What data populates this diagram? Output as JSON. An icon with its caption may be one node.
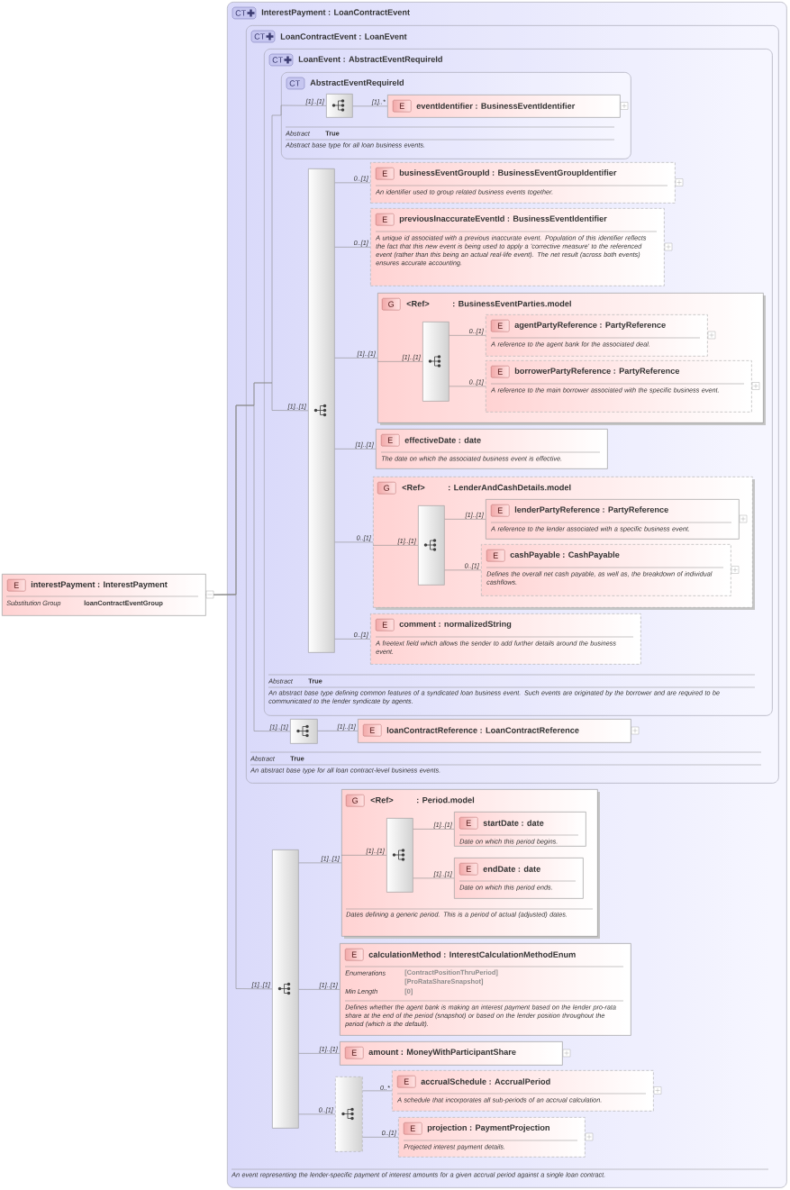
{
  "diagram": {
    "nodes": [
      {
        "text": [
          "E",
          "interestPayment : InterestPayment",
          "Substitution Group",
          "loanContractEventGroup"
        ]
      },
      {
        "text": [
          "CT",
          "InterestPayment : LoanContractEvent",
          "An event representing the lender-specific payment of interest amounts for a given accrual period against a single loan contract."
        ]
      },
      {
        "text": [
          "CT",
          "LoanContractEvent : LoanEvent",
          "Abstract",
          "True",
          "An abstract base type for all loan contract-level business events."
        ],
        "in": 1
      },
      {
        "text": [
          "CT",
          "LoanEvent : AbstractEventRequireId",
          "Abstract",
          "True",
          "An abstract base type defining common features of a syndicated loan business event. Such events are originated by the borrower and are required to be communicated to the lender syndicate by agents."
        ],
        "in": 2
      },
      {
        "text": [
          "CT",
          "AbstractEventRequireId",
          "Abstract",
          "True",
          "Abstract base type for all loan business events."
        ],
        "in": 3
      },
      {
        "text": [],
        "shape": "box",
        "in": 4
      },
      {
        "text": [
          "E",
          "eventIdentifier : BusinessEventIdentifier"
        ],
        "in": 4
      },
      {
        "text": [],
        "shape": "box",
        "in": 3
      },
      {
        "text": [
          "E",
          "businessEventGroupId : BusinessEventGroupIdentifier",
          "An identifier used to group related business events together."
        ],
        "in": 3
      },
      {
        "text": [
          "E",
          "previousInaccurateEventId : BusinessEventIdentifier",
          "A unique id associated with a previous inaccurate event. Population of this identifier reflects the fact that this new event is being used to apply a 'corrective measure' to the referenced event (rather than this being an actual real-life event). The net result (across both events) ensures accurate accounting."
        ],
        "in": 3
      },
      {
        "text": [
          "G",
          "<Ref>",
          ": BusinessEventParties.model"
        ],
        "in": 3
      },
      {
        "text": [],
        "shape": "box",
        "in": 10
      },
      {
        "text": [
          "E",
          "agentPartyReference : PartyReference",
          "A reference to the agent bank for the associated deal."
        ],
        "in": 10
      },
      {
        "text": [
          "E",
          "borrowerPartyReference : PartyReference",
          "A reference to the main borrower associated with the specific business event."
        ],
        "in": 10
      },
      {
        "text": [
          "E",
          "effectiveDate : date",
          "The date on which the associated business event is effective."
        ],
        "in": 3
      },
      {
        "text": [
          "G",
          "<Ref>",
          ": LenderAndCashDetails.model"
        ],
        "in": 3
      },
      {
        "text": [],
        "shape": "box",
        "in": 15
      },
      {
        "text": [
          "E",
          "lenderPartyReference : PartyReference",
          "A reference to the lender associated with a specific business event."
        ],
        "in": 15
      },
      {
        "text": [
          "E",
          "cashPayable : CashPayable",
          "Defines the overall net cash payable, as well as, the breakdown of individual cashflows."
        ],
        "in": 15
      },
      {
        "text": [
          "E",
          "comment : normalizedString",
          "A freetext field which allows the sender to add further details around the business event."
        ],
        "in": 3
      },
      {
        "text": [],
        "shape": "box",
        "in": 2
      },
      {
        "text": [
          "E",
          "loanContractReference : LoanContractReference"
        ],
        "in": 2
      },
      {
        "text": [],
        "shape": "box",
        "in": 1
      },
      {
        "text": [
          "G",
          "<Ref>",
          ": Period.model",
          "Dates defining a generic period. This is a period of actual (adjusted) dates."
        ],
        "in": 1
      },
      {
        "text": [],
        "shape": "box",
        "in": 23
      },
      {
        "text": [
          "E",
          "startDate : date",
          "Date on which this period begins."
        ],
        "in": 23
      },
      {
        "text": [
          "E",
          "endDate : date",
          "Date on which this period ends."
        ],
        "in": 23
      },
      {
        "text": [
          "E",
          "calculationMethod : InterestCalculationMethodEnum",
          "Enumerations",
          "[ContractPositionThruPeriod]",
          "[ProRataShareSnapshot]",
          "Min Length",
          "[0]",
          "Defines whether the agent bank is making an interest payment based on the lender pro-rata share at the end of the period (snapshot) or based on the lender position throughout the period (which is the default)."
        ],
        "in": 1
      },
      {
        "text": [
          "E",
          "amount : MoneyWithParticipantShare"
        ],
        "in": 1
      },
      {
        "text": [],
        "shape": "box",
        "in": 1
      },
      {
        "text": [
          "E",
          "accrualSchedule : AccrualPeriod",
          "A schedule that incorporates all sub-periods of an accrual calculation."
        ],
        "in": 1
      },
      {
        "text": [
          "E",
          "projection : PaymentProjection",
          "Projected interest payment details."
        ],
        "in": 1
      }
    ],
    "edges": [
      {
        "from": 0,
        "to": 5,
        "arrow": "none",
        "label": "[1]..[1]"
      },
      {
        "from": 0,
        "to": 7,
        "arrow": "none",
        "label": "[1]..[1]"
      },
      {
        "from": 0,
        "to": 20,
        "arrow": "none",
        "label": "[1]..[1]"
      },
      {
        "from": 0,
        "to": 22,
        "arrow": "none",
        "label": "[1]..[1]"
      },
      {
        "from": 5,
        "to": 6,
        "arrow": "none",
        "label": "[1]..*"
      },
      {
        "from": 7,
        "to": 8,
        "arrow": "none",
        "label": "0..[1]"
      },
      {
        "from": 7,
        "to": 9,
        "arrow": "none",
        "label": "0..[1]"
      },
      {
        "from": 7,
        "to": 10,
        "arrow": "none",
        "label": "[1]..[1]"
      },
      {
        "from": 10,
        "to": 11,
        "arrow": "none",
        "label": "[1]..[1]"
      },
      {
        "from": 11,
        "to": 12,
        "arrow": "none",
        "label": "0..[1]"
      },
      {
        "from": 11,
        "to": 13,
        "arrow": "none",
        "label": "0..[1]"
      },
      {
        "from": 7,
        "to": 14,
        "arrow": "none",
        "label": "[1]..[1]"
      },
      {
        "from": 7,
        "to": 15,
        "arrow": "none",
        "label": "0..[1]"
      },
      {
        "from": 15,
        "to": 16,
        "arrow": "none",
        "label": "[1]..[1]"
      },
      {
        "from": 16,
        "to": 17,
        "arrow": "none",
        "label": "[1]..[1]"
      },
      {
        "from": 16,
        "to": 18,
        "arrow": "none",
        "label": "0..[1]"
      },
      {
        "from": 7,
        "to": 19,
        "arrow": "none",
        "label": "0..[1]"
      },
      {
        "from": 20,
        "to": 21,
        "arrow": "none",
        "label": "[1]..[1]"
      },
      {
        "from": 22,
        "to": 23,
        "arrow": "none",
        "label": "[1]..[1]"
      },
      {
        "from": 23,
        "to": 24,
        "arrow": "none",
        "label": "[1]..[1]"
      },
      {
        "from": 24,
        "to": 25,
        "arrow": "none",
        "label": "[1]..[1]"
      },
      {
        "from": 24,
        "to": 26,
        "arrow": "none",
        "label": "[1]..[1]"
      },
      {
        "from": 22,
        "to": 27,
        "arrow": "none",
        "label": "[1]..[1]"
      },
      {
        "from": 22,
        "to": 28,
        "arrow": "none",
        "label": "[1]..[1]"
      },
      {
        "from": 22,
        "to": 29,
        "arrow": "none",
        "label": "0..[1]"
      },
      {
        "from": 29,
        "to": 30,
        "arrow": "none",
        "label": "0..*"
      },
      {
        "from": 29,
        "to": 31,
        "arrow": "none",
        "label": "0..[1]"
      }
    ]
  }
}
